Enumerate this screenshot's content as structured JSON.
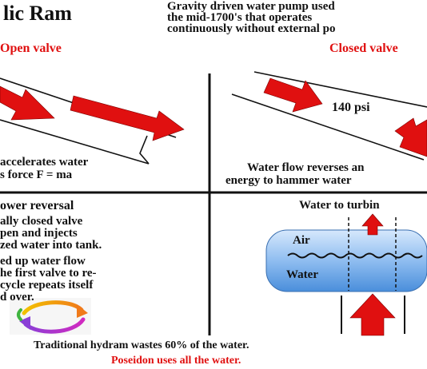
{
  "title_fragment": "lic Ram",
  "intro": {
    "line1": "Gravity driven water pump used",
    "line2": "the mid-1700's that operates",
    "line3": "continuously without external po"
  },
  "panel_open": {
    "heading": "Open valve",
    "caption1": "accelerates water",
    "caption2": "s force F = ma"
  },
  "panel_closed": {
    "heading": "Closed valve",
    "pressure": "140 psi",
    "caption1": "Water flow reverses an",
    "caption2": "energy to hammer water"
  },
  "panel_reversal": {
    "heading": "ower reversal",
    "lines": [
      "ally closed valve",
      "pen and injects",
      "zed water into tank.",
      "ed up water flow",
      "he first valve to re-",
      "cycle repeats itself",
      "d over."
    ]
  },
  "panel_tank": {
    "heading": "Water to turbin",
    "air_label": "Air",
    "water_label": "Water"
  },
  "footer": {
    "line1": "Traditional hydram wastes 60% of the water.",
    "line2": "Poseidon uses all the water."
  },
  "colors": {
    "accent_red": "#e01010",
    "text": "#111111",
    "tank_top": "#cfe3fb",
    "tank_bottom": "#4f92dd"
  }
}
